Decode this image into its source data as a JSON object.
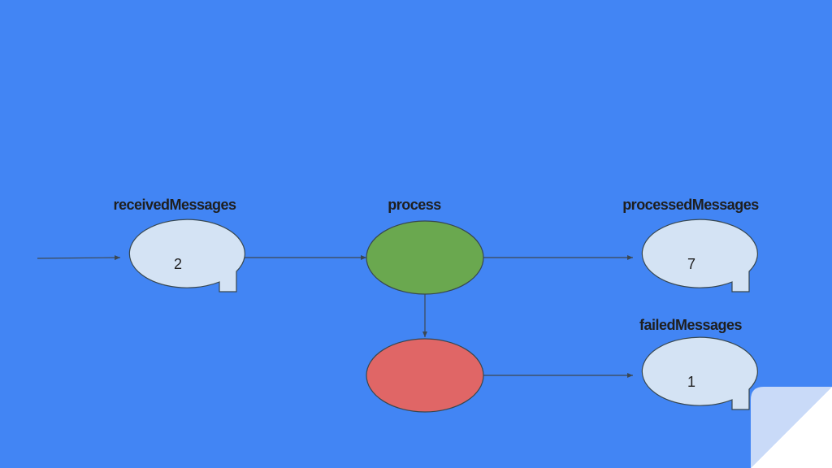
{
  "colors": {
    "background": "#4285f4",
    "bubble_fill": "#d4e3f4",
    "process_fill": "#6aa84f",
    "failure_fill": "#e06666",
    "page_curl": "#c9daf8"
  },
  "nodes": {
    "received": {
      "label": "receivedMessages",
      "value": "2"
    },
    "process": {
      "label": "process"
    },
    "processed": {
      "label": "processedMessages",
      "value": "7"
    },
    "failed": {
      "label": "failedMessages",
      "value": "1"
    }
  }
}
